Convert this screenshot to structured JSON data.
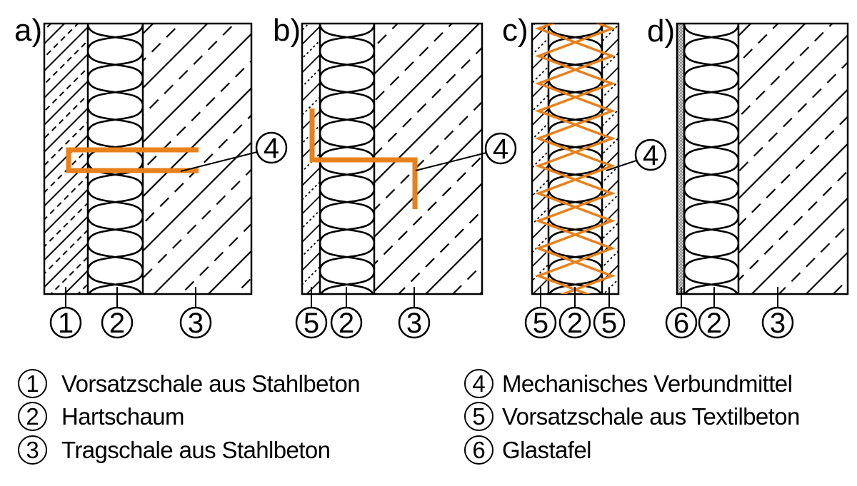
{
  "colors": {
    "background": "#ffffff",
    "ink": "#000000",
    "accent": "#E8811C"
  },
  "panels": [
    {
      "label": "a)",
      "layers": [
        "vorsatzschale-stahlbeton",
        "hartschaum",
        "tragschale-stahlbeton"
      ],
      "connector": "u-pin",
      "side_callout": "4",
      "bottom_callouts": [
        "1",
        "2",
        "3"
      ]
    },
    {
      "label": "b)",
      "layers": [
        "vorsatzschale-textilbeton",
        "hartschaum",
        "tragschale-stahlbeton"
      ],
      "connector": "z-pin",
      "side_callout": "4",
      "bottom_callouts": [
        "5",
        "2",
        "3"
      ]
    },
    {
      "label": "c)",
      "layers": [
        "vorsatzschale-textilbeton",
        "hartschaum",
        "vorsatzschale-textilbeton"
      ],
      "connector": "diagonal-lattice",
      "side_callout": "4",
      "bottom_callouts": [
        "5",
        "2",
        "5"
      ]
    },
    {
      "label": "d)",
      "layers": [
        "glastafel",
        "hartschaum",
        "tragschale-stahlbeton"
      ],
      "connector": null,
      "side_callout": null,
      "bottom_callouts": [
        "6",
        "2",
        "3"
      ]
    }
  ],
  "legend": {
    "left": [
      {
        "num": "1",
        "text": "Vorsatzschale aus Stahlbeton"
      },
      {
        "num": "2",
        "text": "Hartschaum"
      },
      {
        "num": "3",
        "text": "Tragschale aus Stahlbeton"
      }
    ],
    "right": [
      {
        "num": "4",
        "text": "Mechanisches Verbundmittel"
      },
      {
        "num": "5",
        "text": "Vorsatzschale aus Textilbeton"
      },
      {
        "num": "6",
        "text": "Glastafel"
      }
    ]
  }
}
